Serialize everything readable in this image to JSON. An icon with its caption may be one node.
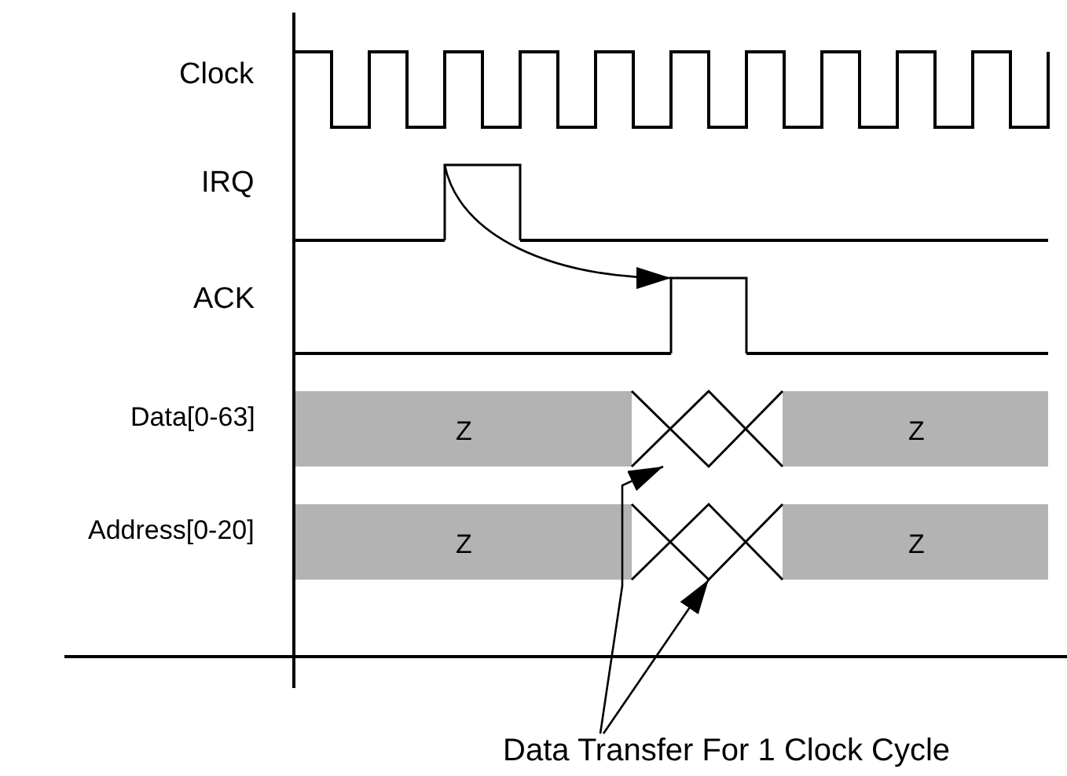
{
  "diagram": {
    "nodes": [
      {
        "text": [],
        "shape": "picture"
      },
      {
        "text": [],
        "shape": "picture"
      },
      {
        "text": [
          "Data Transfer For 1 Clock Cycle"
        ]
      },
      {
        "text": [],
        "shape": "picture"
      },
      {
        "text": [],
        "shape": "picture"
      }
    ],
    "edges": [
      {
        "from": 0,
        "to": 1,
        "arrow": "to"
      },
      {
        "from": 2,
        "to": 3,
        "arrow": "to"
      },
      {
        "from": 2,
        "to": 4,
        "arrow": "to"
      }
    ],
    "labels": [
      "Clock",
      "IRQ",
      "ACK",
      "Data[0-63]",
      "Z",
      "Z",
      "Address[0-20]",
      "Z",
      "Z"
    ]
  }
}
